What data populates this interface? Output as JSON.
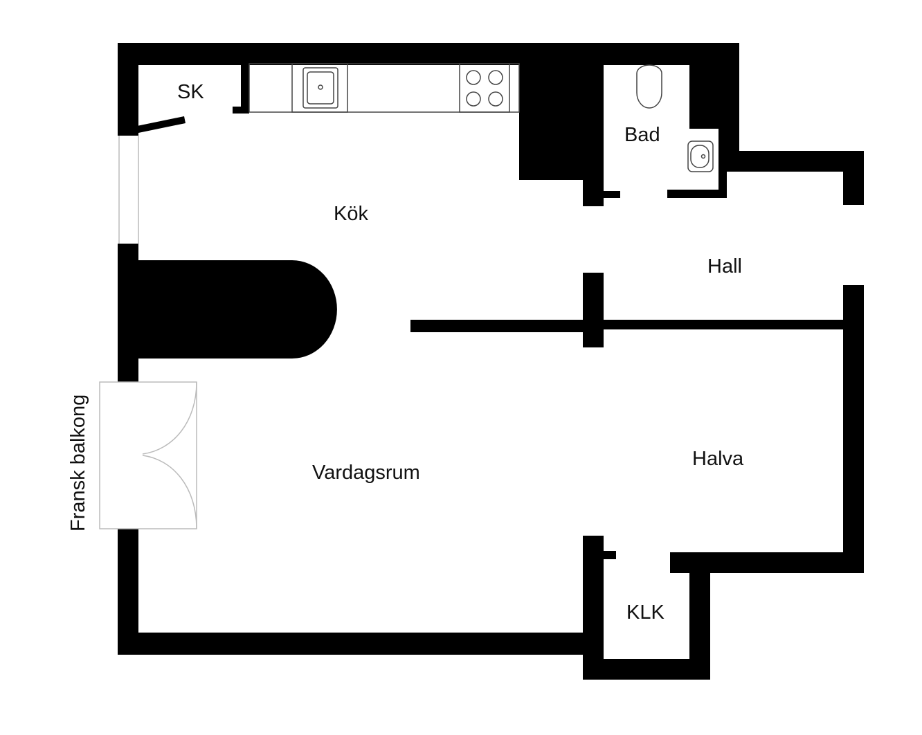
{
  "floorplan": {
    "rooms": {
      "sk": "SK",
      "kok": "Kök",
      "bad": "Bad",
      "hall": "Hall",
      "halva": "Halva",
      "vardagsrum": "Vardagsrum",
      "klk": "KLK"
    },
    "balcony_label": "Fransk balkong"
  },
  "colors": {
    "wall": "#000000",
    "background": "#ffffff",
    "fixture_stroke": "#444444",
    "balcony_stroke": "#bbbbbb"
  }
}
